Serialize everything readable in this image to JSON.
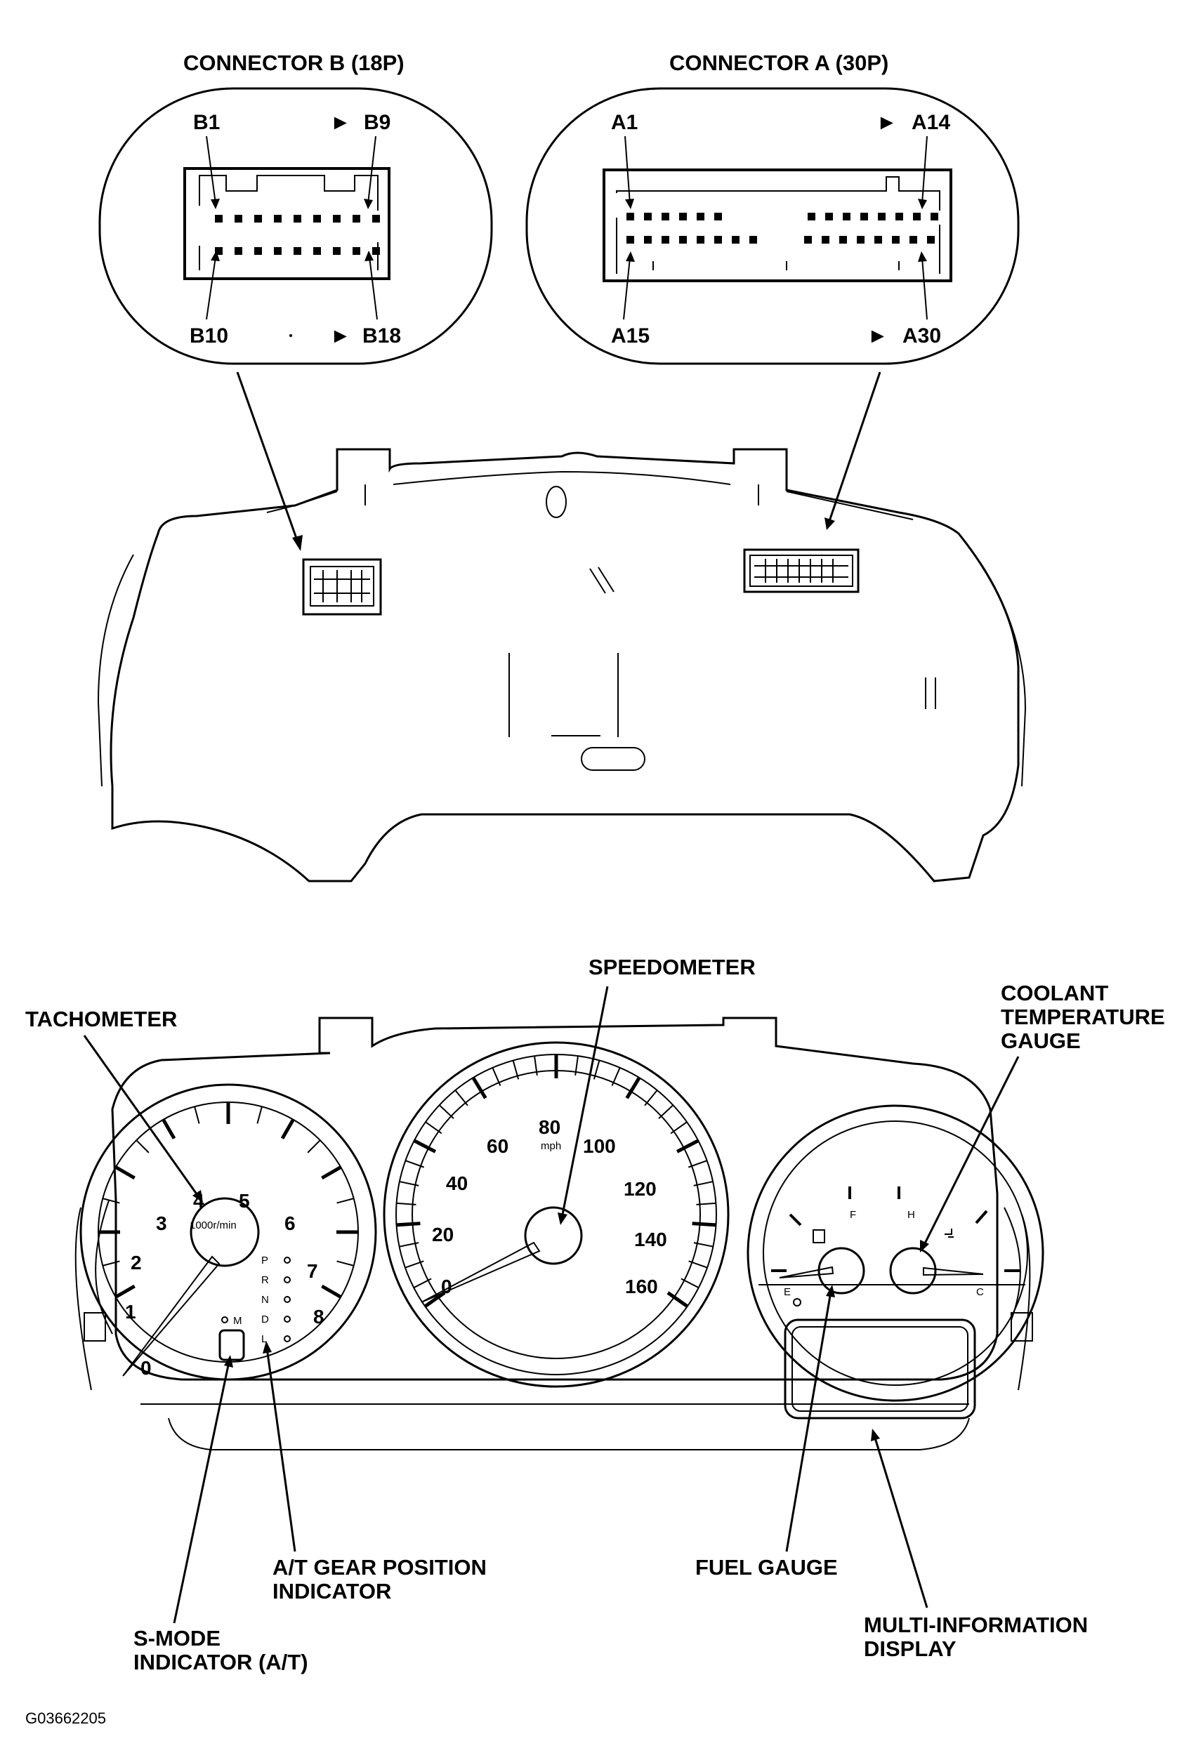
{
  "connector_b": {
    "title": "CONNECTOR B (18P)",
    "pin_first_top": "B1",
    "pin_last_top": "B9",
    "pin_first_bottom": "B10",
    "pin_last_bottom": "B18"
  },
  "connector_a": {
    "title": "CONNECTOR A (30P)",
    "pin_first_top": "A1",
    "pin_last_top": "A14",
    "pin_first_bottom": "A15",
    "pin_last_bottom": "A30"
  },
  "callouts": {
    "speedometer": "SPEEDOMETER",
    "tachometer": "TACHOMETER",
    "coolant_1": "COOLANT",
    "coolant_2": "TEMPERATURE",
    "coolant_3": "GAUGE",
    "gear_pos_1": "A/T GEAR POSITION",
    "gear_pos_2": "INDICATOR",
    "s_mode_1": "S-MODE",
    "s_mode_2": "INDICATOR (A/T)",
    "fuel_gauge": "FUEL GAUGE",
    "mid_1": "MULTI-INFORMATION",
    "mid_2": "DISPLAY"
  },
  "tachometer": {
    "scale": [
      "0",
      "1",
      "2",
      "3",
      "4",
      "5",
      "6",
      "7",
      "8"
    ],
    "unit": "1000r/min",
    "gears": [
      "P",
      "R",
      "N",
      "D",
      "L"
    ],
    "m_label": "M"
  },
  "speedometer": {
    "scale": [
      "0",
      "20",
      "40",
      "60",
      "80",
      "100",
      "120",
      "140",
      "160"
    ],
    "unit": "mph"
  },
  "gauges": {
    "fuel_full": "F",
    "fuel_empty": "E",
    "temp_hot": "H",
    "temp_cold": "C"
  },
  "figure_code": "G03662205"
}
